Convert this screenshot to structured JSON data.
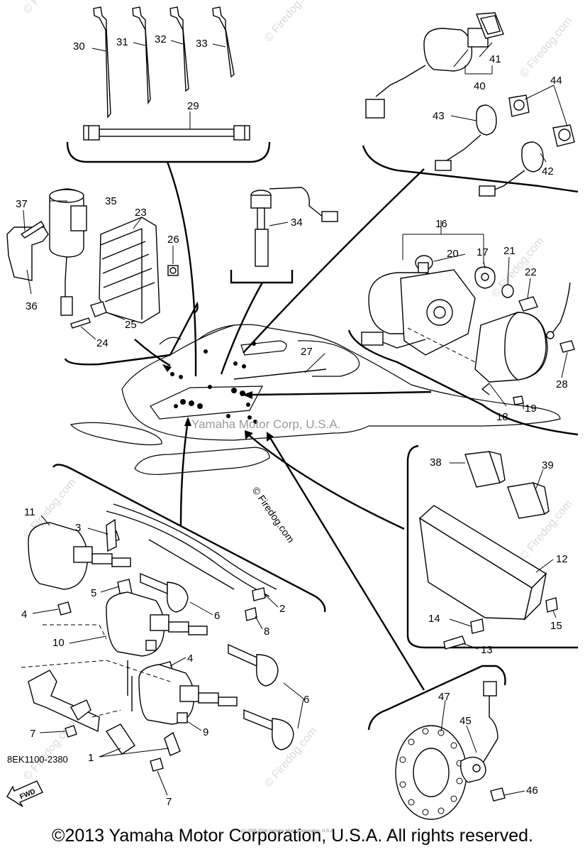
{
  "diagram": {
    "callouts": {
      "c1": "1",
      "c2": "2",
      "c3": "3",
      "c4a": "4",
      "c4b": "4",
      "c5": "5",
      "c6a": "6",
      "c6b": "6",
      "c7a": "7",
      "c7b": "7",
      "c8": "8",
      "c9": "9",
      "c10": "10",
      "c11": "11",
      "c12": "12",
      "c13": "13",
      "c14": "14",
      "c15": "15",
      "c16": "16",
      "c17": "17",
      "c18": "18",
      "c19": "19",
      "c20": "20",
      "c21": "21",
      "c22": "22",
      "c23": "23",
      "c24": "24",
      "c25": "25",
      "c26": "26",
      "c27": "27",
      "c28": "28",
      "c29": "29",
      "c30": "30",
      "c31": "31",
      "c32": "32",
      "c33": "33",
      "c34": "34",
      "c35": "35",
      "c36": "36",
      "c37": "37",
      "c38": "38",
      "c39": "39",
      "c40": "40",
      "c41": "41",
      "c42": "42",
      "c43": "43",
      "c44": "44",
      "c45": "45",
      "c46": "46",
      "c47": "47"
    },
    "fwd_label": "FWD",
    "watermarks": {
      "center": "Yamaha Motor Corp, U.S.A.",
      "firedog": "© Firedog.com"
    },
    "small_print": "(c) 2005-2016 Yamaha Motor Corporation, U.S.A."
  },
  "footer": {
    "part_code": "8EK1100-2380",
    "copyright": "©2013 Yamaha Motor Corporation, U.S.A. All rights reserved."
  }
}
